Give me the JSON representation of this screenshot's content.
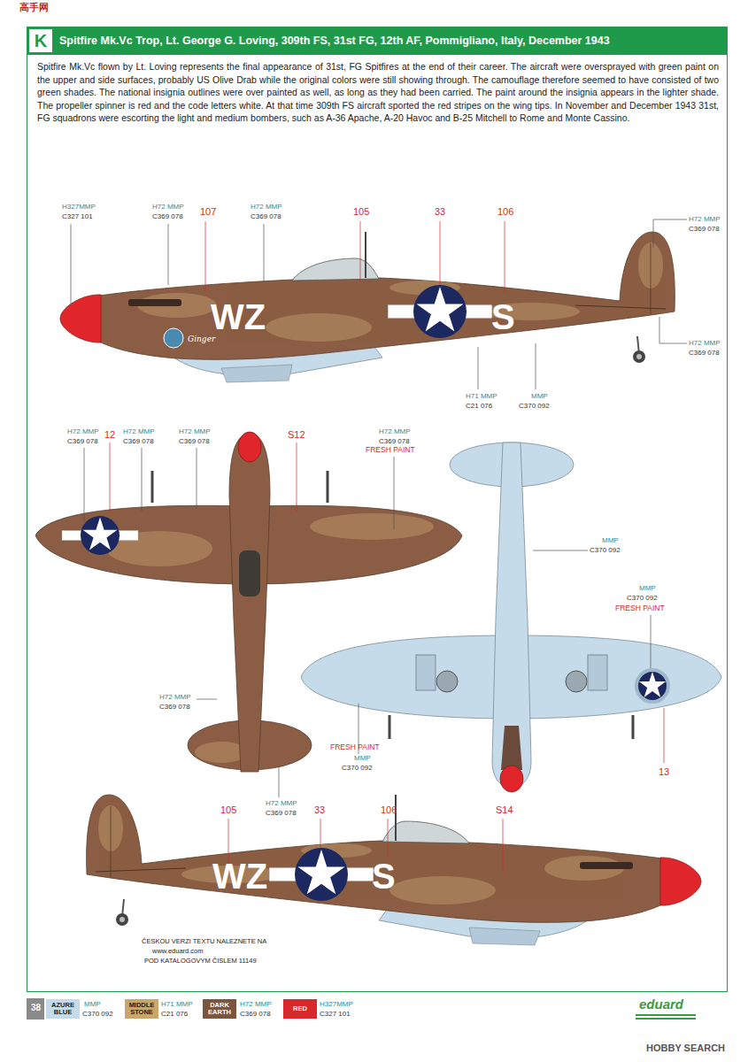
{
  "diagram": {
    "caption": "Spitfire Mk.Vc flown by Lt. Loving represents the final appearance of 31st, FG Spitfires at the end of their career. The aircraft were oversprayed with green paint on the upper and side surfaces, probably US Olive Drab while the original colors were still showing through. The camouflage therefore seemed to have consisted of two green shades. The national insignia outlines were over painted as well, as long as they had been carried. The paint around the insignia appears in the lighter shade. The propeller spinner is red and the code letters white. At that time 309th FS aircraft sported the red stripes on the wing tips. In November and December 1943 31st, FG squadrons were escorting the light and medium bombers, such as A-36 Apache, A-20 Havoc and B-25 Mitchell to Rome and Monte Cassino.",
    "nodes": [
      {
        "text": [
          "K",
          "Spitfire Mk.Vc Trop, Lt. George G. Loving, 309th FS, 31st FG, 12th AF, Pommigliano, Italy, December 1943"
        ]
      }
    ],
    "labels": [
      "高手网",
      "107",
      "105",
      "33",
      "106",
      "H327MMP",
      "C327 101",
      "H72 MMP",
      "C369 078",
      "H72 MMP",
      "C369 078",
      "H72 MMP",
      "C369 078",
      "H72 MMP",
      "C369 078",
      "H71 MMP",
      "C21 076",
      "MMP",
      "C370 092",
      "WZ",
      "S",
      "Ginger",
      "H72 MMP",
      "C369 078",
      "12",
      "H72 MMP",
      "C369 078",
      "H72 MMP",
      "C369 078",
      "S12",
      "H72 MMP",
      "C369 078",
      "FRESH PAINT",
      "MMP",
      "C370 092",
      "MMP",
      "C370 092",
      "FRESH PAINT",
      "H72 MMP",
      "C369 078",
      "FRESH PAINT",
      "MMP",
      "C370 092",
      "13",
      "H72 MMP",
      "C369 078",
      "105",
      "33",
      "106",
      "S14",
      "WZ",
      "S",
      "ČESKOU VERZI TEXTU NALEZNETE NA",
      "www.eduard.com",
      "POD KATALOGOVYM ČISLEM 11149",
      "38",
      "MMP",
      "C370 092",
      "H71 MMP",
      "C21 076",
      "H72 MMP",
      "C369 078",
      "H327MMP",
      "C327 101",
      "eduard",
      "HOBBY SEARCH"
    ],
    "legend": [
      {
        "text": "AZURE BLUE",
        "color": "#c5dbea"
      },
      {
        "text": "MIDDLE STONE",
        "color": "#c9a66b"
      },
      {
        "text": "DARK EARTH",
        "color": "#7a5540"
      },
      {
        "text": "RED",
        "color": "#d8282c"
      }
    ]
  }
}
